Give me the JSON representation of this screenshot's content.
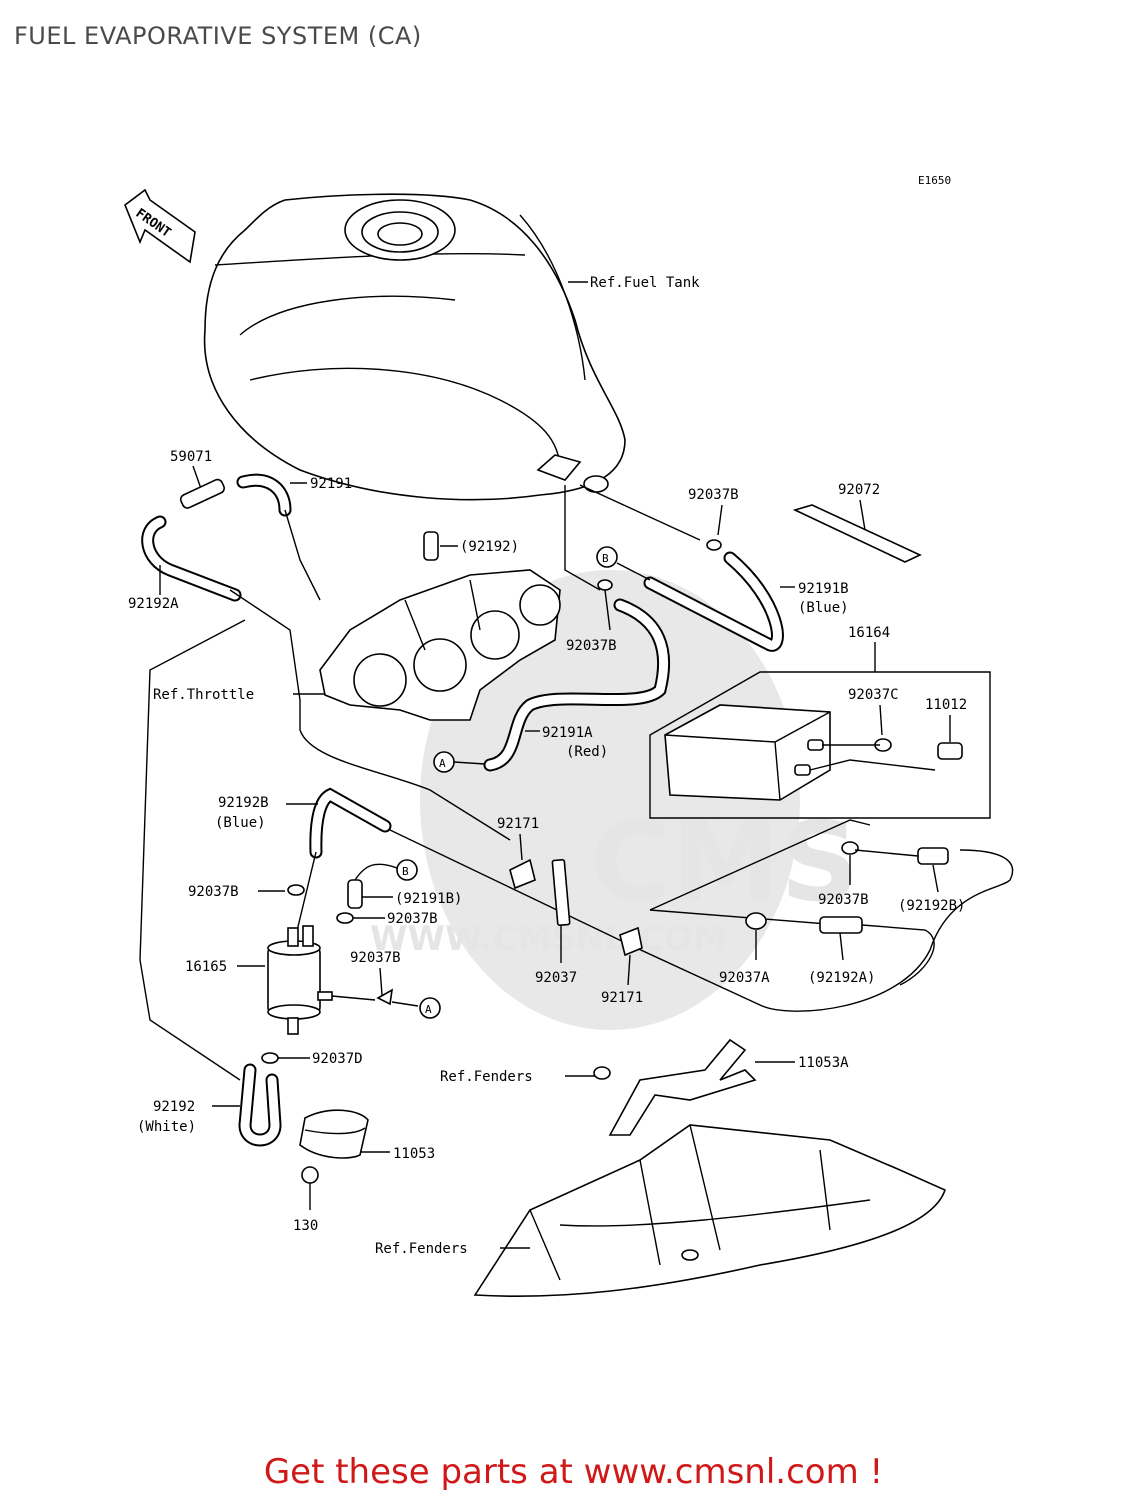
{
  "title": "FUEL EVAPORATIVE SYSTEM (CA)",
  "diagram_code": "E1650",
  "front_label": "FRONT",
  "watermark": {
    "logo": "CMS",
    "url": "WWW.CMSNL.COM"
  },
  "labels": {
    "ref_fuel_tank": "Ref.Fuel Tank",
    "p59071": "59071",
    "p92191": "92191",
    "p92192_paren": "(92192)",
    "p92192a": "92192A",
    "p92037b_top": "92037B",
    "p92072": "92072",
    "p92191b": "92191B",
    "blue_1": "(Blue)",
    "p92037b_mid": "92037B",
    "p16164": "16164",
    "ref_throttle": "Ref.Throttle",
    "p92037c": "92037C",
    "p11012": "11012",
    "p92191a": "92191A",
    "red": "(Red)",
    "p92192b": "92192B",
    "blue_2": "(Blue)",
    "p92171_top": "92171",
    "p92037b_left": "92037B",
    "p92191b_paren": "(92191B)",
    "p92037b_l2": "92037B",
    "p92037b_right": "92037B",
    "p92192b_paren": "(92192B)",
    "p16165": "16165",
    "p92037b_l3": "92037B",
    "p92037": "92037",
    "p92171_bot": "92171",
    "p92037a": "92037A",
    "p92192a_paren": "(92192A)",
    "p92037d": "92037D",
    "ref_fenders_1": "Ref.Fenders",
    "p11053a": "11053A",
    "p92192": "92192",
    "white": "(White)",
    "p11053": "11053",
    "p130": "130",
    "ref_fenders_2": "Ref.Fenders",
    "callout_a": "A",
    "callout_b": "B"
  },
  "footer": "Get these parts at www.cmsnl.com !"
}
